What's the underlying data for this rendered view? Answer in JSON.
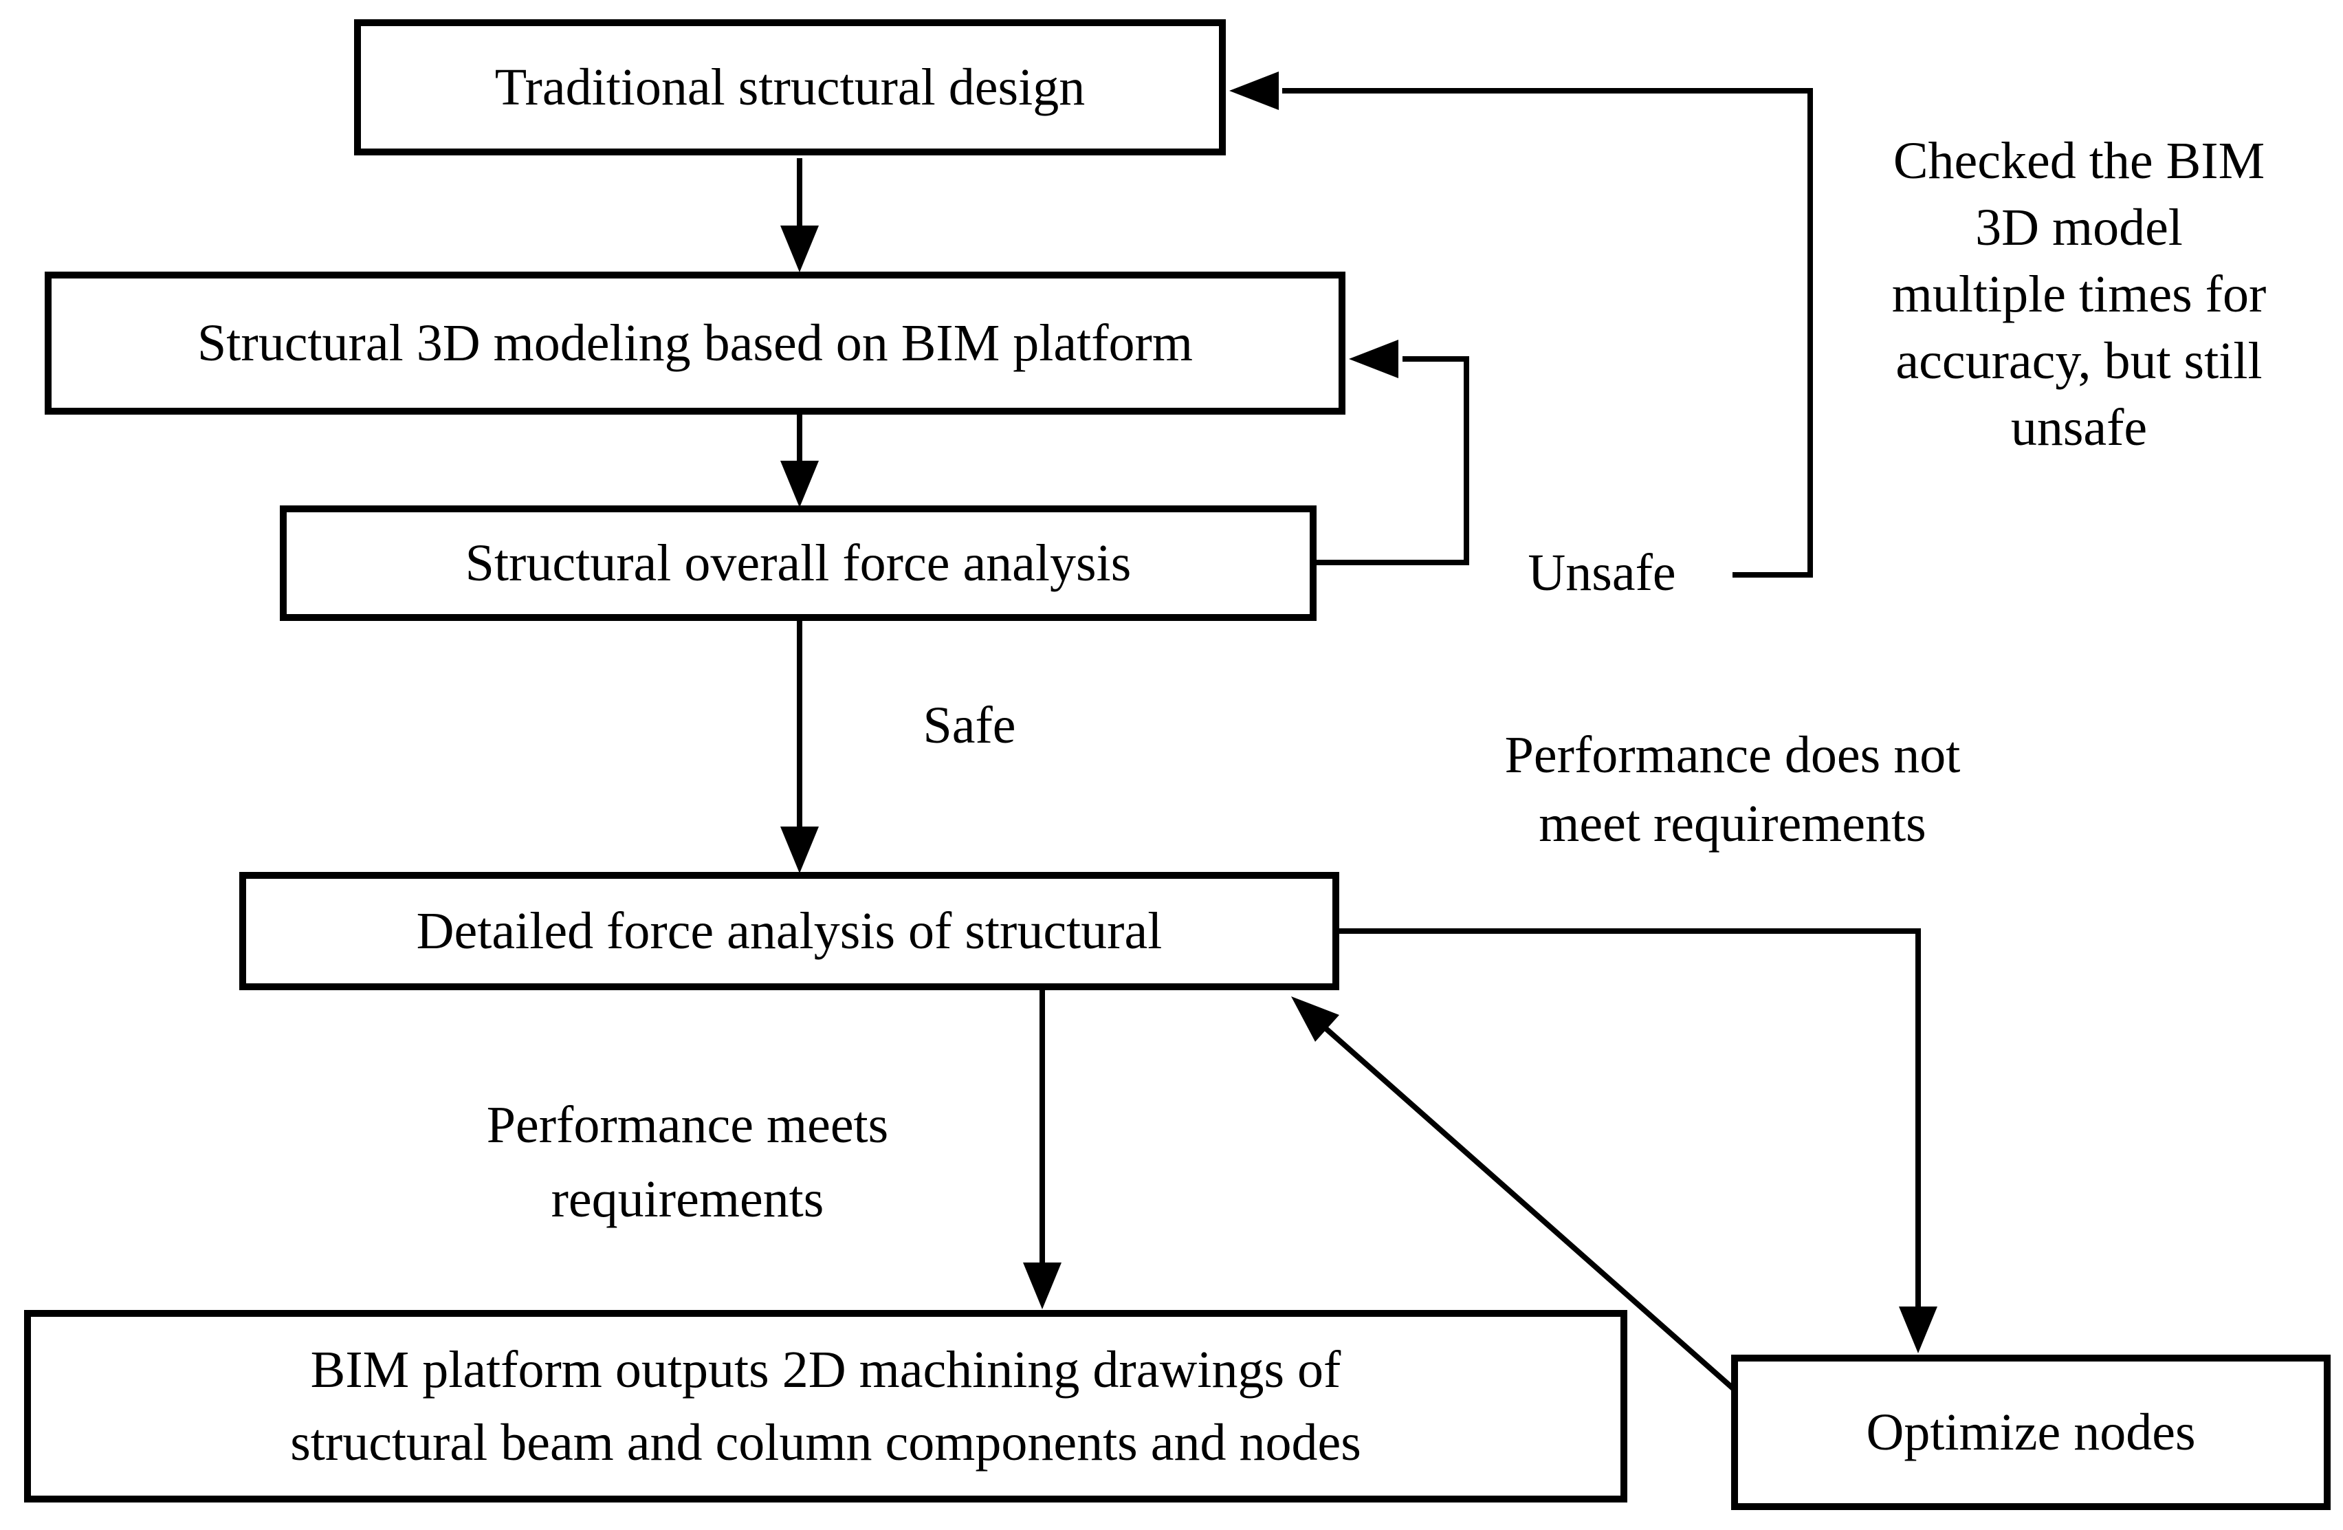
{
  "boxes": {
    "traditional": "Traditional structural design",
    "modeling": "Structural 3D modeling based on BIM platform",
    "overall": "Structural overall force analysis",
    "detailed": "Detailed force analysis of structural",
    "output_line1": "BIM platform outputs 2D machining drawings of",
    "output_line2": "structural beam and column components and nodes",
    "optimize": "Optimize nodes"
  },
  "labels": {
    "safe": "Safe",
    "unsafe": "Unsafe",
    "checked": [
      "Checked the BIM",
      "3D model",
      "multiple times for",
      "accuracy, but still",
      "unsafe"
    ],
    "perf_not_meet": [
      "Performance does not",
      "meet requirements"
    ],
    "perf_meet": [
      "Performance meets",
      "requirements"
    ]
  },
  "colors": {
    "line": "#000000",
    "box_fill": "#ffffff",
    "background": "#ffffff",
    "text": "#000000"
  }
}
